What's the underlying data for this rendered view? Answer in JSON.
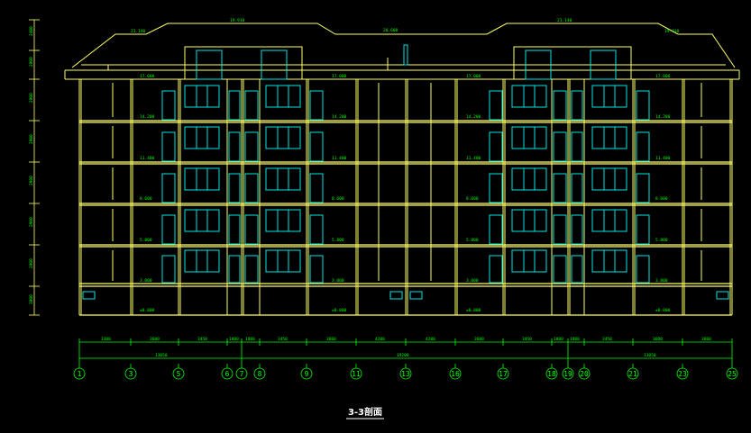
{
  "drawing_title": "3-3剖面",
  "axis_numbers": [
    "1",
    "3",
    "5",
    "6",
    "7",
    "8",
    "9",
    "11",
    "13",
    "16",
    "17",
    "18",
    "19",
    "20",
    "21",
    "23",
    "25"
  ],
  "roof_labels": [
    "21.140",
    "19.910",
    "21.140",
    "19.910"
  ],
  "ridge_label": "20.600",
  "upper_dims": [
    "3300",
    "3600",
    "3450",
    "1800",
    "1800",
    "3450",
    "3600",
    "4200",
    "4200",
    "3600",
    "3450",
    "1800",
    "1800",
    "3450",
    "3600",
    "3600"
  ],
  "lower_dims": [
    "13050",
    "19200",
    "13050"
  ],
  "left_dims": [
    "2400",
    "2900",
    "2900",
    "2900",
    "2900",
    "2900",
    "2900",
    "3000"
  ],
  "level_labels": {
    "roof": [
      "17.000",
      "17.000",
      "17.000",
      "17.000"
    ],
    "l5": [
      "14.200",
      "14.200",
      "14.200",
      "14.200"
    ],
    "l4": [
      "11.400",
      "11.400",
      "11.400",
      "11.400"
    ],
    "l3": [
      "8.600",
      "8.600",
      "8.600",
      "8.600"
    ],
    "l2": [
      "5.800",
      "5.800",
      "5.800",
      "5.800"
    ],
    "l1": [
      "3.000",
      "3.000",
      "3.000",
      "3.000"
    ],
    "ground": [
      "±0.000",
      "±0.000",
      "±0.000",
      "±0.000"
    ]
  }
}
